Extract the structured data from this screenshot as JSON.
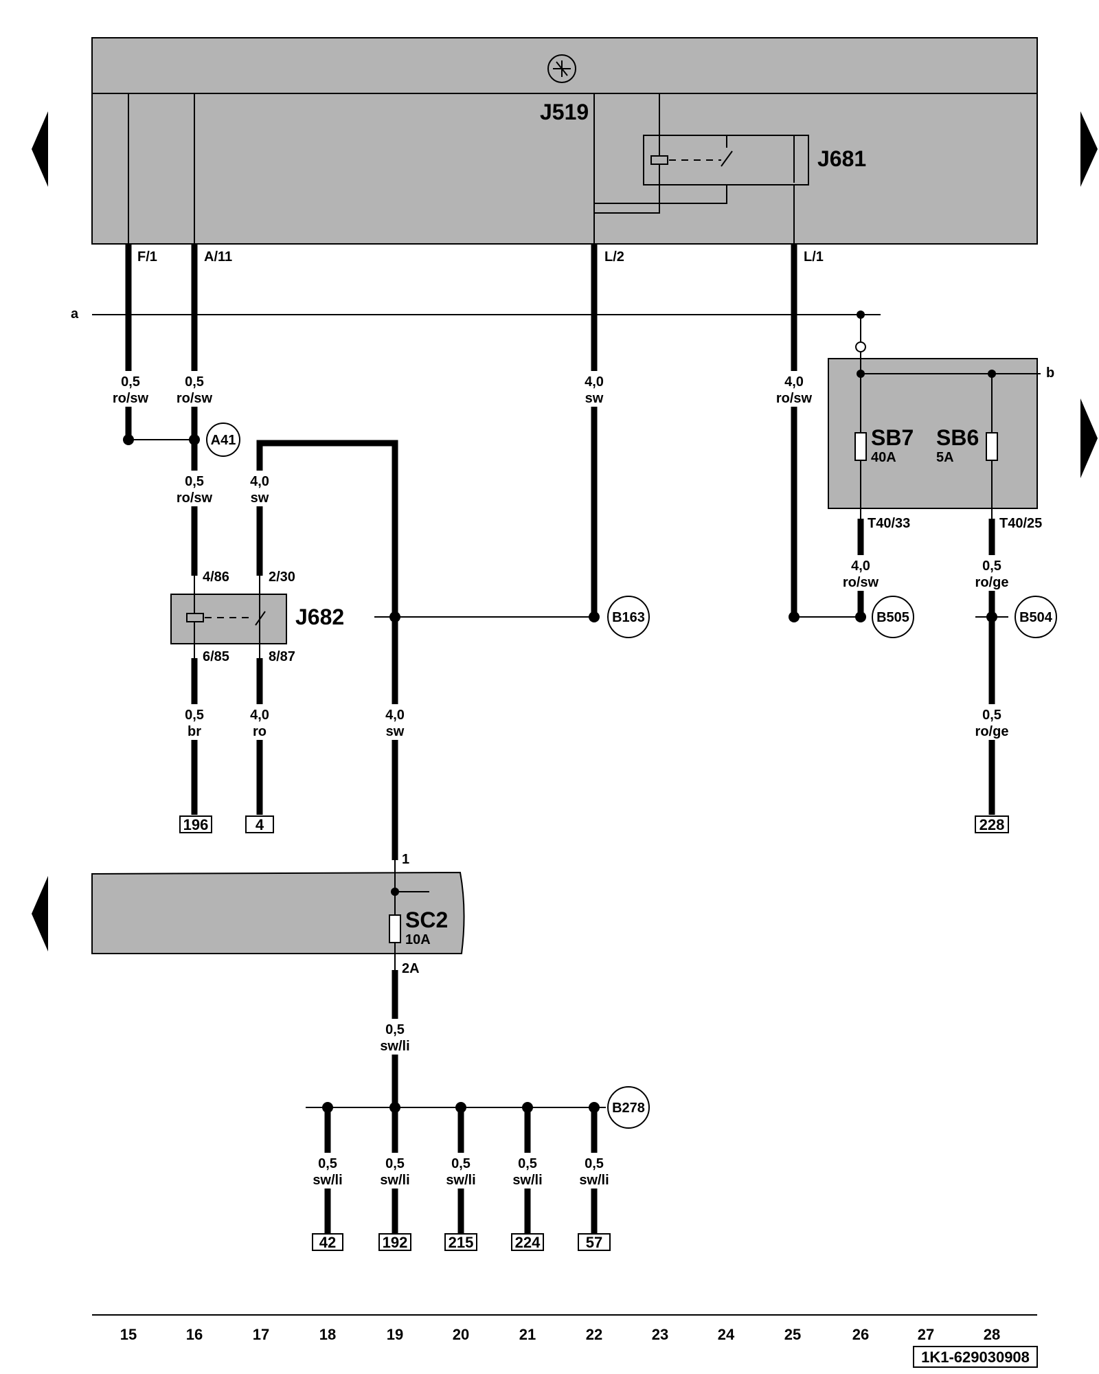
{
  "modules": {
    "main_ecu": "J519",
    "relay_top": "J681",
    "relay_left": "J682",
    "fuse_sb7": {
      "name": "SB7",
      "rating": "40A"
    },
    "fuse_sb6": {
      "name": "SB6",
      "rating": "5A"
    },
    "fuse_sc2": {
      "name": "SC2",
      "rating": "10A"
    }
  },
  "pins": {
    "f1": "F/1",
    "a11": "A/11",
    "l2": "L/2",
    "l1": "L/1",
    "t40_33": "T40/33",
    "t40_25": "T40/25",
    "r486": "4/86",
    "r230": "2/30",
    "r685": "6/85",
    "r887": "8/87",
    "sc_in": "1",
    "sc_out": "2A"
  },
  "bus_labels": {
    "a": "a",
    "b": "b"
  },
  "connectors": [
    "A41",
    "B163",
    "B505",
    "B504",
    "B278"
  ],
  "wires": {
    "w15": [
      "0,5",
      "ro/sw"
    ],
    "w16a": [
      "0,5",
      "ro/sw"
    ],
    "w16b": [
      "0,5",
      "ro/sw"
    ],
    "w17": [
      "4,0",
      "sw"
    ],
    "w22": [
      "4,0",
      "sw"
    ],
    "w25": [
      "4,0",
      "ro/sw"
    ],
    "w26": [
      "4,0",
      "ro/sw"
    ],
    "w28a": [
      "0,5",
      "ro/ge"
    ],
    "w28b": [
      "0,5",
      "ro/ge"
    ],
    "w16c": [
      "0,5",
      "br"
    ],
    "w17b": [
      "4,0",
      "ro"
    ],
    "w19": [
      "4,0",
      "sw"
    ],
    "w19b": [
      "0,5",
      "sw/li"
    ],
    "bottom": [
      [
        "0,5",
        "sw/li"
      ],
      [
        "0,5",
        "sw/li"
      ],
      [
        "0,5",
        "sw/li"
      ],
      [
        "0,5",
        "sw/li"
      ],
      [
        "0,5",
        "sw/li"
      ]
    ]
  },
  "references": {
    "r196": "196",
    "r4": "4",
    "r228": "228",
    "bottom": [
      "42",
      "192",
      "215",
      "224",
      "57"
    ]
  },
  "grid_numbers": [
    "15",
    "16",
    "17",
    "18",
    "19",
    "20",
    "21",
    "22",
    "23",
    "24",
    "25",
    "26",
    "27",
    "28"
  ],
  "diagram_code": "1K1-629030908"
}
